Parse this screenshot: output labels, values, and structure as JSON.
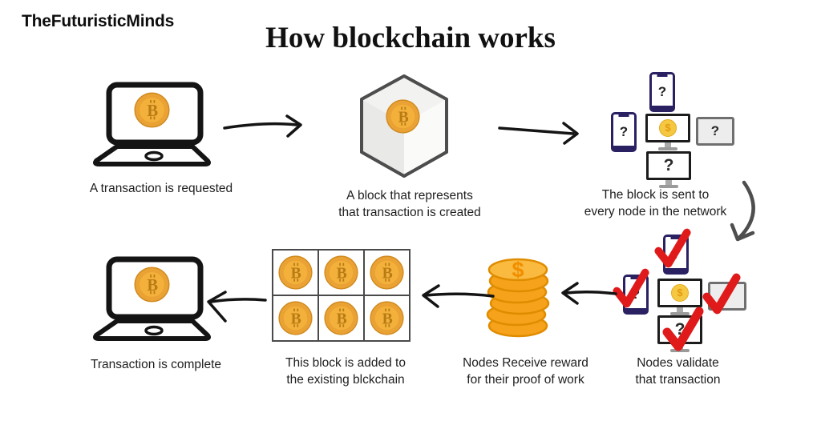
{
  "brand": "TheFuturisticMinds",
  "title": "How blockchain works",
  "glyphs": {
    "question": "?",
    "dollar": "$",
    "bitcoin": "B"
  },
  "colors": {
    "coin_ring": "#E9A233",
    "coin_face": "#F3B13B",
    "coin_symbol": "#B97C15",
    "stack_orange": "#F6A21A",
    "stack_orange_light": "#F9BA3F",
    "check_red": "#E01A1A",
    "phone_navy": "#2A2163",
    "arrow_black": "#141414",
    "arrow_gray": "#4E4E4E"
  },
  "steps": [
    {
      "id": "transaction-requested",
      "caption": [
        "A transaction is requested"
      ]
    },
    {
      "id": "block-created",
      "caption": [
        "A block that represents",
        "that transaction is created"
      ]
    },
    {
      "id": "block-sent",
      "caption": [
        "The block is sent to",
        "every node in the network"
      ]
    },
    {
      "id": "nodes-validate",
      "caption": [
        "Nodes validate",
        "that transaction"
      ]
    },
    {
      "id": "nodes-reward",
      "caption": [
        "Nodes Receive reward",
        "for their proof of work"
      ]
    },
    {
      "id": "block-added",
      "caption": [
        "This block is added to",
        "the existing blckchain"
      ]
    },
    {
      "id": "transaction-complete",
      "caption": [
        "Transaction is complete"
      ]
    }
  ]
}
